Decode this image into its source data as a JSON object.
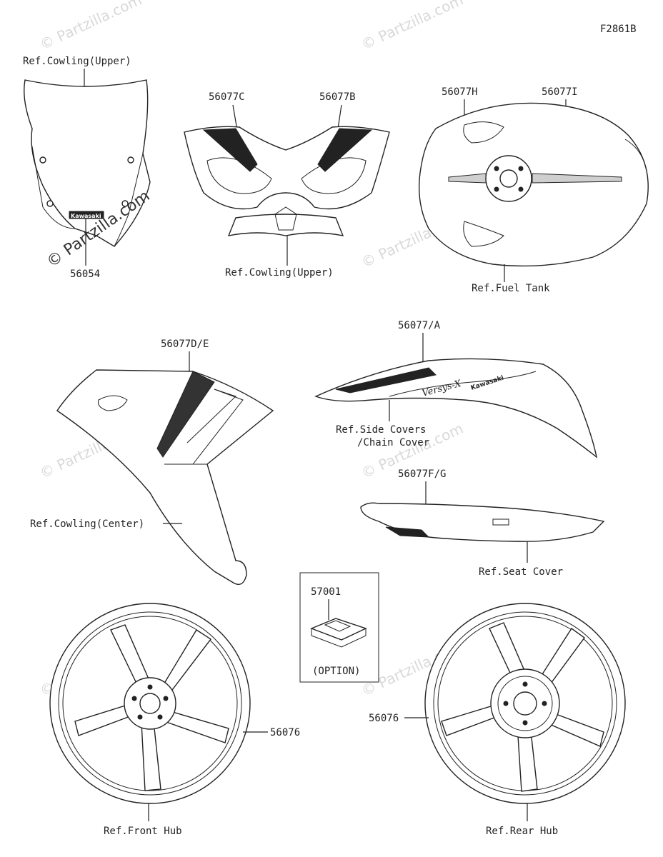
{
  "diagram_code": "F2861B",
  "labels": {
    "ref_cowling_upper_1": "Ref.Cowling(Upper)",
    "ref_cowling_upper_2": "Ref.Cowling(Upper)",
    "part_56054": "56054",
    "part_56077C": "56077C",
    "part_56077B": "56077B",
    "part_56077H": "56077H",
    "part_56077I": "56077I",
    "ref_fuel_tank": "Ref.Fuel Tank",
    "part_56077DE": "56077D/E",
    "part_56077A": "56077/A",
    "ref_side_covers_1": "Ref.Side Covers",
    "ref_side_covers_2": "/Chain Cover",
    "part_56077FG": "56077F/G",
    "ref_cowling_center": "Ref.Cowling(Center)",
    "ref_seat_cover": "Ref.Seat Cover",
    "part_57001": "57001",
    "option": "(OPTION)",
    "part_56076_front": "56076",
    "part_56076_rear": "56076",
    "ref_front_hub": "Ref.Front Hub",
    "ref_rear_hub": "Ref.Rear Hub"
  },
  "decal_text": {
    "windshield_brand": "Kawasaki",
    "side_cover_brand": "Kawasaki",
    "side_cover_model": "Versys-X"
  },
  "watermarks": {
    "text": "© Partzilla.com",
    "dark": "© Partzilla.com"
  }
}
